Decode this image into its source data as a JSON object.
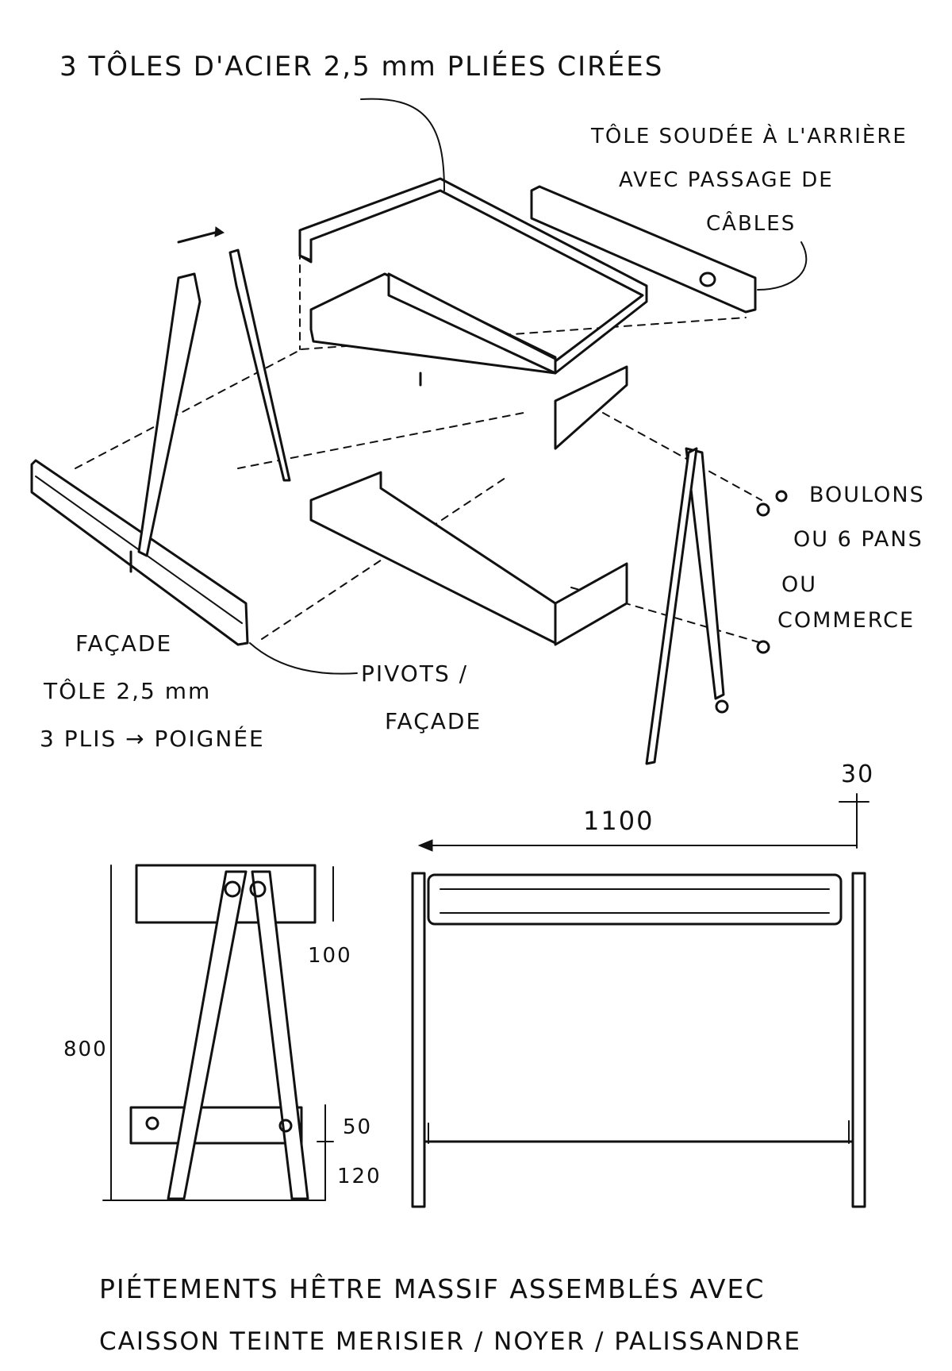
{
  "annotations": {
    "steel_sheets": "3 TÔLES D'ACIER 2,5 mm PLIÉES CIRÉES",
    "rear_sheet_line1": "TÔLE SOUDÉE À L'ARRIÈRE",
    "rear_sheet_line2": "AVEC PASSAGE DE",
    "rear_sheet_line3": "CÂBLES",
    "bolts_line1": "BOULONS",
    "bolts_line2": "OU 6 PANS",
    "bolts_line3": "OU",
    "bolts_line4": "COMMERCE",
    "facade_line1": "FAÇADE",
    "facade_line2": "TÔLE 2,5 mm",
    "facade_line3": "3 PLIS → POIGNÉE",
    "pivots_line1": "PIVOTS /",
    "pivots_line2": "FAÇADE"
  },
  "dimensions": {
    "width": "1100",
    "depth_offset": "30",
    "height": "800",
    "top_band": "100",
    "lower_bar": "50",
    "lower_gap": "120"
  },
  "caption": {
    "line1": "PIÉTEMENTS HÊTRE MASSIF ASSEMBLÉS AVEC",
    "line2": "CAISSON TEINTE MERISIER / NOYER / PALISSANDRE"
  }
}
